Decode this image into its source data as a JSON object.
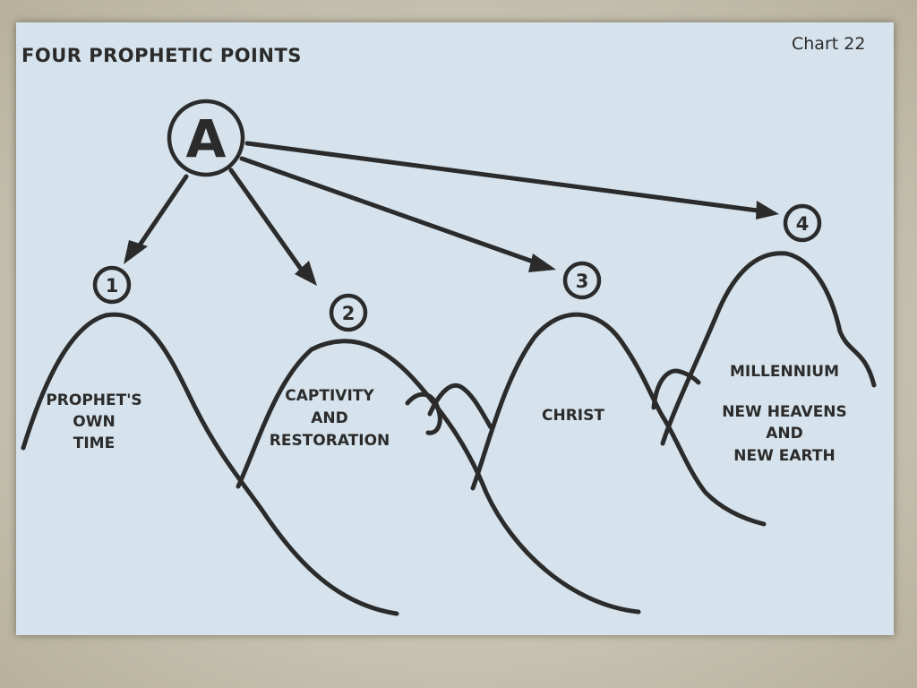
{
  "title": "FOUR PROPHETIC POINTS",
  "chart_number": "Chart 22",
  "source": {
    "label": "A"
  },
  "points": [
    {
      "number": "1",
      "label_lines": [
        "PROPHET'S",
        "OWN",
        "TIME"
      ]
    },
    {
      "number": "2",
      "label_lines": [
        "CAPTIVITY",
        "AND",
        "RESTORATION"
      ]
    },
    {
      "number": "3",
      "label_lines": [
        "CHRIST"
      ]
    },
    {
      "number": "4",
      "label_lines": [
        "MILLENNIUM",
        "",
        "NEW HEAVENS",
        "AND",
        "NEW EARTH"
      ]
    }
  ],
  "colors": {
    "ink": "#2b2b2b",
    "paper": "#d6e3ec"
  }
}
